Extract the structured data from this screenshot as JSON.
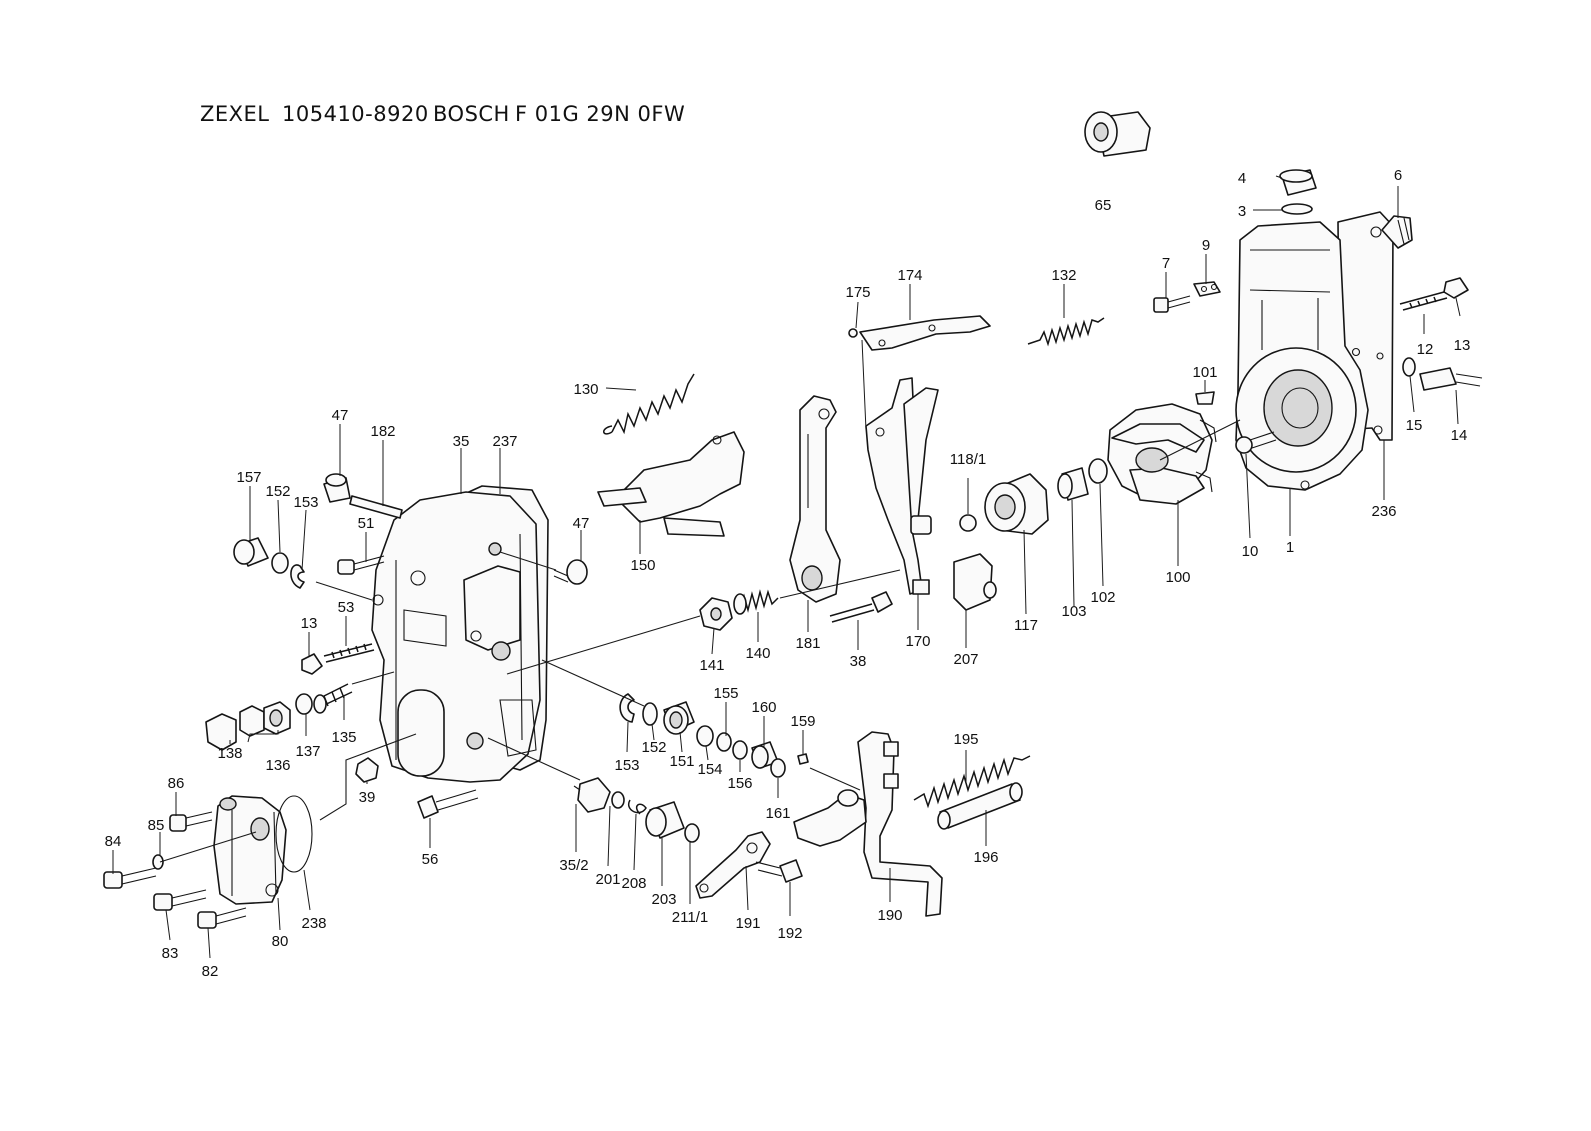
{
  "header": {
    "brand": "ZEXEL",
    "part_number": "105410-8920",
    "oem_brand": "BOSCH",
    "oem_number": "F 01G 29N 0FW"
  },
  "callouts": [
    {
      "id": "c65",
      "text": "65"
    },
    {
      "id": "c4",
      "text": "4"
    },
    {
      "id": "c3",
      "text": "3"
    },
    {
      "id": "c6",
      "text": "6"
    },
    {
      "id": "c9",
      "text": "9"
    },
    {
      "id": "c7",
      "text": "7"
    },
    {
      "id": "c12",
      "text": "12"
    },
    {
      "id": "c13a",
      "text": "13"
    },
    {
      "id": "c101",
      "text": "101"
    },
    {
      "id": "c15",
      "text": "15"
    },
    {
      "id": "c14",
      "text": "14"
    },
    {
      "id": "c236",
      "text": "236"
    },
    {
      "id": "c10",
      "text": "10"
    },
    {
      "id": "c1",
      "text": "1"
    },
    {
      "id": "c100",
      "text": "100"
    },
    {
      "id": "c102",
      "text": "102"
    },
    {
      "id": "c103",
      "text": "103"
    },
    {
      "id": "c117",
      "text": "117"
    },
    {
      "id": "c118_1",
      "text": "118/1"
    },
    {
      "id": "c132",
      "text": "132"
    },
    {
      "id": "c174",
      "text": "174"
    },
    {
      "id": "c175",
      "text": "175"
    },
    {
      "id": "c170",
      "text": "170"
    },
    {
      "id": "c207",
      "text": "207"
    },
    {
      "id": "c38",
      "text": "38"
    },
    {
      "id": "c181",
      "text": "181"
    },
    {
      "id": "c140",
      "text": "140"
    },
    {
      "id": "c141",
      "text": "141"
    },
    {
      "id": "c130",
      "text": "130"
    },
    {
      "id": "c150",
      "text": "150"
    },
    {
      "id": "c47b",
      "text": "47"
    },
    {
      "id": "c237",
      "text": "237"
    },
    {
      "id": "c35",
      "text": "35"
    },
    {
      "id": "c182",
      "text": "182"
    },
    {
      "id": "c47a",
      "text": "47"
    },
    {
      "id": "c157",
      "text": "157"
    },
    {
      "id": "c152a",
      "text": "152"
    },
    {
      "id": "c153a",
      "text": "153"
    },
    {
      "id": "c51",
      "text": "51"
    },
    {
      "id": "c53",
      "text": "53"
    },
    {
      "id": "c13b",
      "text": "13"
    },
    {
      "id": "c138",
      "text": "138"
    },
    {
      "id": "c136",
      "text": "136"
    },
    {
      "id": "c137",
      "text": "137"
    },
    {
      "id": "c135",
      "text": "135"
    },
    {
      "id": "c39",
      "text": "39"
    },
    {
      "id": "c56",
      "text": "56"
    },
    {
      "id": "c86",
      "text": "86"
    },
    {
      "id": "c85",
      "text": "85"
    },
    {
      "id": "c84",
      "text": "84"
    },
    {
      "id": "c83",
      "text": "83"
    },
    {
      "id": "c82",
      "text": "82"
    },
    {
      "id": "c80",
      "text": "80"
    },
    {
      "id": "c238",
      "text": "238"
    },
    {
      "id": "c155",
      "text": "155"
    },
    {
      "id": "c160",
      "text": "160"
    },
    {
      "id": "c159",
      "text": "159"
    },
    {
      "id": "c153b",
      "text": "153"
    },
    {
      "id": "c152b",
      "text": "152"
    },
    {
      "id": "c151",
      "text": "151"
    },
    {
      "id": "c154",
      "text": "154"
    },
    {
      "id": "c156",
      "text": "156"
    },
    {
      "id": "c161",
      "text": "161"
    },
    {
      "id": "c35_2",
      "text": "35/2"
    },
    {
      "id": "c201",
      "text": "201"
    },
    {
      "id": "c208",
      "text": "208"
    },
    {
      "id": "c203",
      "text": "203"
    },
    {
      "id": "c211_1",
      "text": "211/1"
    },
    {
      "id": "c191",
      "text": "191"
    },
    {
      "id": "c192",
      "text": "192"
    },
    {
      "id": "c190",
      "text": "190"
    },
    {
      "id": "c195",
      "text": "195"
    },
    {
      "id": "c196",
      "text": "196"
    }
  ]
}
